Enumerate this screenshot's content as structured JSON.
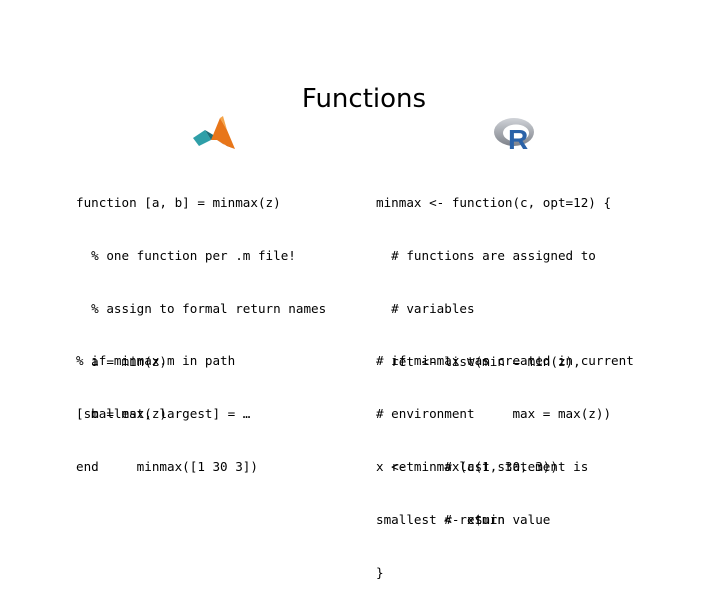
{
  "slide": {
    "title": "Functions"
  },
  "logos": {
    "left": "matlab-logo",
    "right": "r-logo",
    "r_letter": "R"
  },
  "matlab": {
    "definition": [
      "function [a, b] = minmax(z)",
      "  % one function per .m file!",
      "  % assign to formal return names",
      "  a = min(z)",
      "  b = max(z)",
      "end"
    ],
    "usage": [
      "% if minmax.m in path",
      "[smallest, largest] = …",
      "        minmax([1 30 3])"
    ]
  },
  "r": {
    "definition": [
      "minmax <- function(c, opt=12) {",
      "  # functions are assigned to",
      "  # variables",
      "  ret <- list(min = min(z),",
      "                  max = max(z))",
      "  ret    # last statement is",
      "         # return value",
      "}"
    ],
    "usage": [
      "# if minmax was created in current",
      "# environment",
      "x <- minmax(c(1, 30, 3))",
      "smallest <- x$min"
    ]
  },
  "colors": {
    "matlab_orange": "#e8761a",
    "matlab_teal": "#2f9fa8",
    "r_blue": "#2a62a8",
    "r_gray": "#8e929a"
  }
}
